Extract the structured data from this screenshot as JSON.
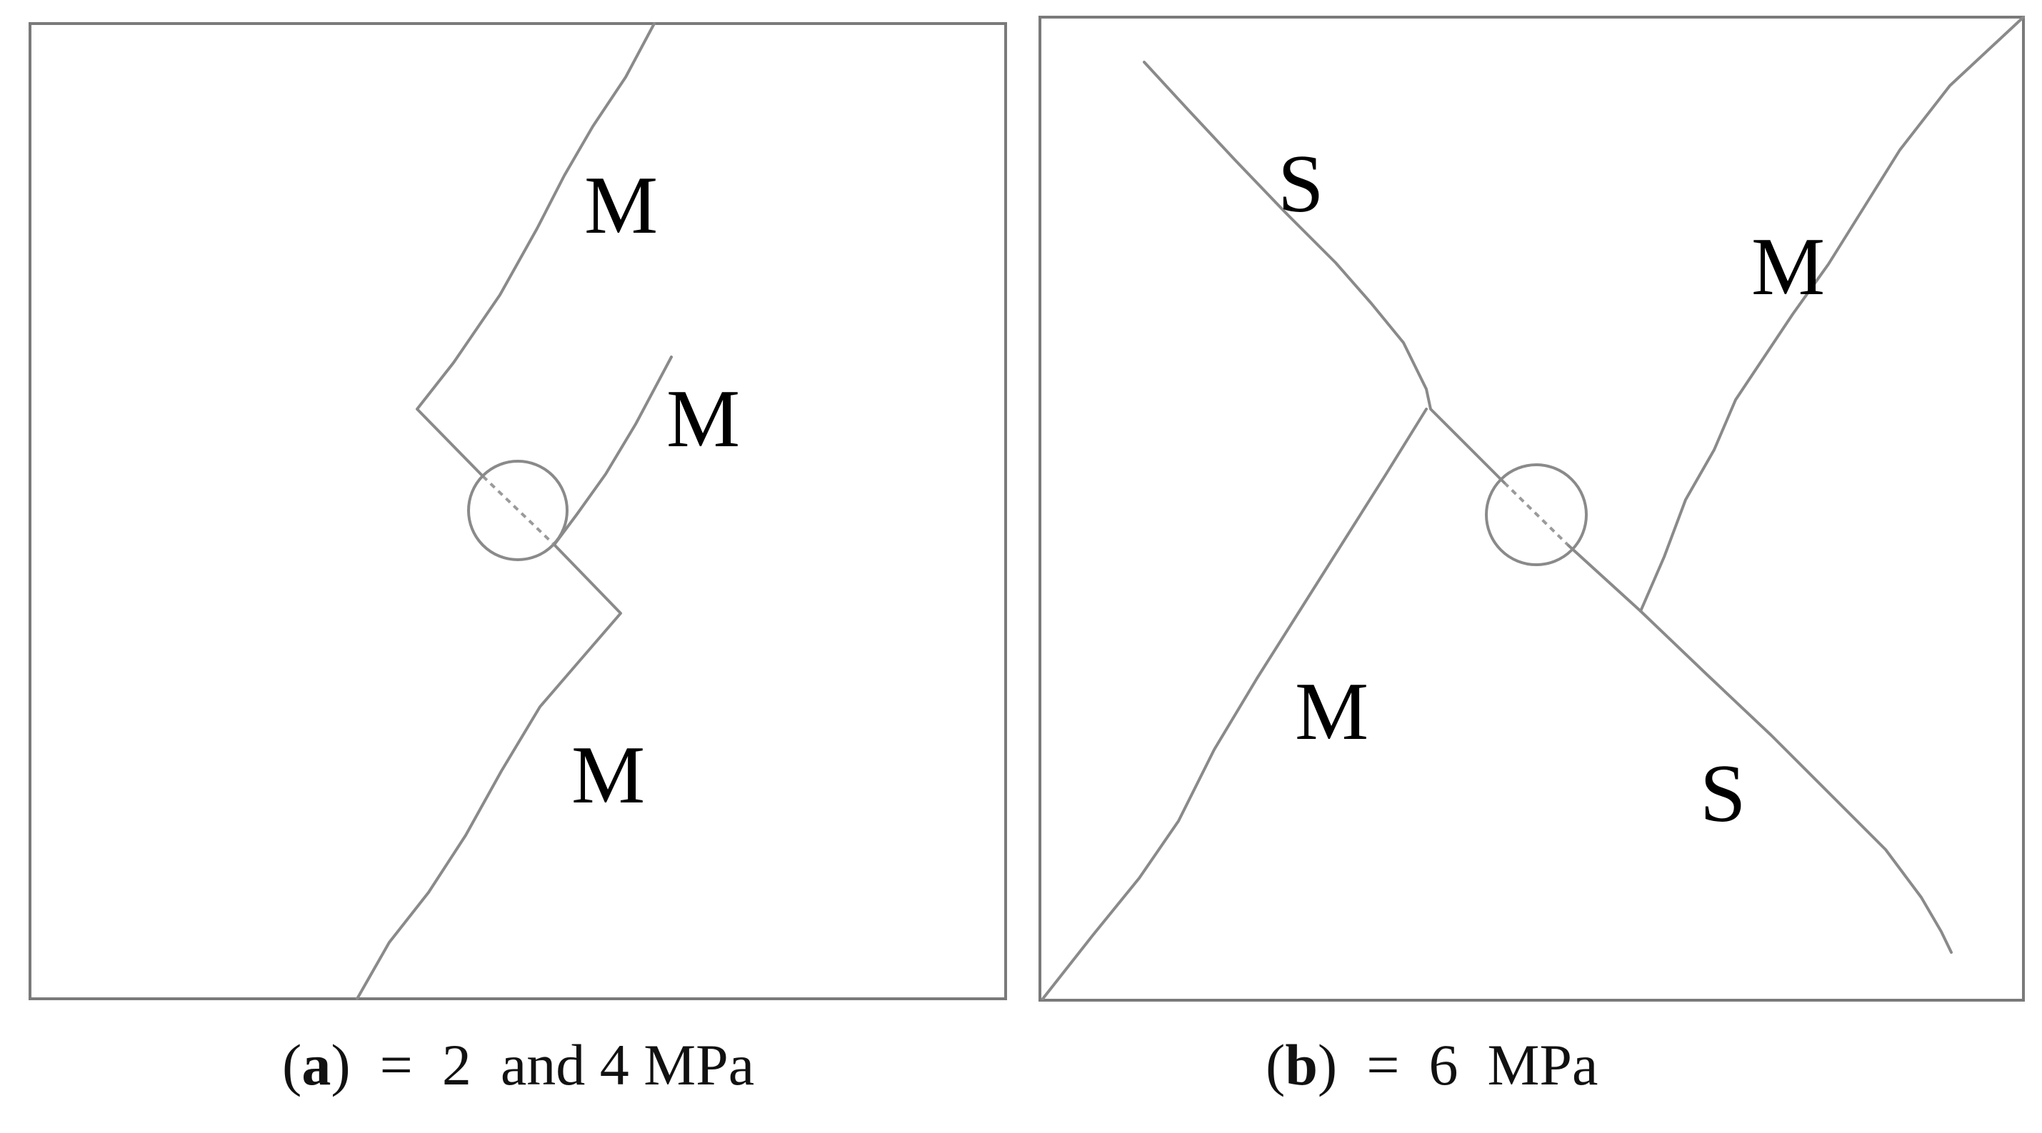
{
  "panel_a": {
    "labels": [
      "M",
      "M",
      "M"
    ],
    "caption": {
      "open": "(",
      "tag": "a",
      "close": ")",
      "text": "  =  2  and 4 MPa"
    }
  },
  "panel_b": {
    "labels": [
      "S",
      "M",
      "M",
      "S"
    ],
    "caption": {
      "open": "(",
      "tag": "b",
      "close": ")",
      "text": "  =  6  MPa"
    }
  }
}
